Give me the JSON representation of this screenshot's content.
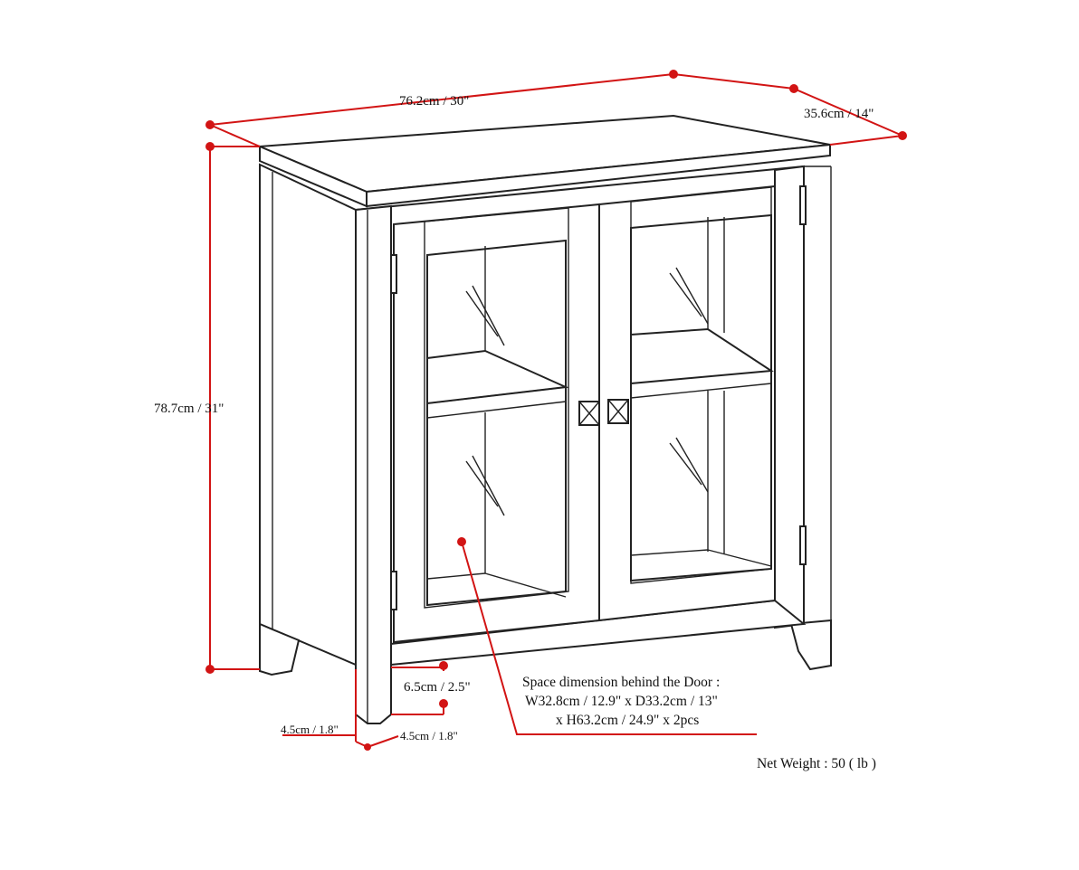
{
  "dimensions": {
    "width": "76.2cm / 30\"",
    "depth": "35.6cm / 14\"",
    "height": "78.7cm / 31\"",
    "leg_height": "6.5cm / 2.5\"",
    "leg_width_a": "4.5cm / 1.8\"",
    "leg_width_b": "4.5cm / 1.8\""
  },
  "space_note": {
    "line1": "Space dimension behind the Door :",
    "line2": "W32.8cm / 12.9\" x D33.2cm / 13\"",
    "line3": "x H63.2cm / 24.9\" x 2pcs"
  },
  "net_weight": "Net Weight : 50 ( lb )",
  "colors": {
    "dimension_line": "#d21414",
    "drawing_line": "#222222",
    "background": "#ffffff"
  }
}
